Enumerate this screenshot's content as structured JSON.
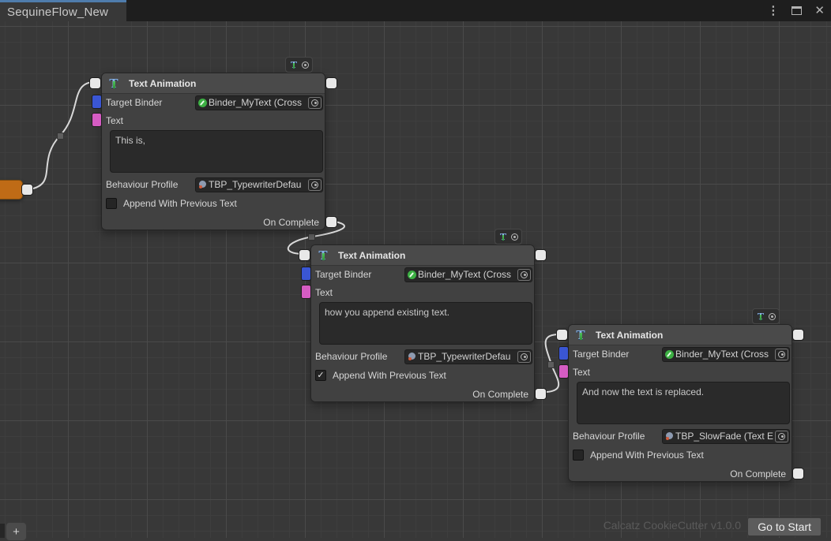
{
  "window": {
    "tab_title": "SequineFlow_New",
    "controls": {
      "menu_glyph": "⋮",
      "close_glyph": "✕"
    }
  },
  "canvas": {
    "watermark": "Calcatz CookieCutter v1.0.0",
    "go_to_start_label": "Go to Start",
    "add_button_label": "+"
  },
  "icons": {
    "node_type": "serif-T-text-animation",
    "object_picker": "circle-with-dot",
    "binder_object": "green-circle-link",
    "profile_object": "scriptable-object-circle"
  },
  "colors": {
    "tab_accent": "#4f7cac",
    "exec_port": "#e8e8e8",
    "binder_port": "#3a56d4",
    "text_port": "#d55cc3",
    "start_node": "#bf6b16",
    "wire": "#d9d9d9"
  },
  "nodes": [
    {
      "title": "Text Animation",
      "fields": {
        "target_binder": {
          "label": "Target Binder",
          "value": "Binder_MyText (Cross"
        },
        "text": {
          "label": "Text",
          "value": "This is,"
        },
        "behaviour_profile": {
          "label": "Behaviour Profile",
          "value": "TBP_TypewriterDefau"
        },
        "append": {
          "label": "Append With Previous Text",
          "checked": false,
          "check_glyph": ""
        },
        "on_complete_label": "On Complete"
      }
    },
    {
      "title": "Text Animation",
      "fields": {
        "target_binder": {
          "label": "Target Binder",
          "value": "Binder_MyText (Cross"
        },
        "text": {
          "label": "Text",
          "value": "how you append existing text."
        },
        "behaviour_profile": {
          "label": "Behaviour Profile",
          "value": "TBP_TypewriterDefau"
        },
        "append": {
          "label": "Append With Previous Text",
          "checked": true,
          "check_glyph": "✓"
        },
        "on_complete_label": "On Complete"
      }
    },
    {
      "title": "Text Animation",
      "fields": {
        "target_binder": {
          "label": "Target Binder",
          "value": "Binder_MyText (Cross"
        },
        "text": {
          "label": "Text",
          "value": "And now the text is replaced."
        },
        "behaviour_profile": {
          "label": "Behaviour Profile",
          "value": "TBP_SlowFade (Text E"
        },
        "append": {
          "label": "Append With Previous Text",
          "checked": false,
          "check_glyph": ""
        },
        "on_complete_label": "On Complete"
      }
    }
  ]
}
